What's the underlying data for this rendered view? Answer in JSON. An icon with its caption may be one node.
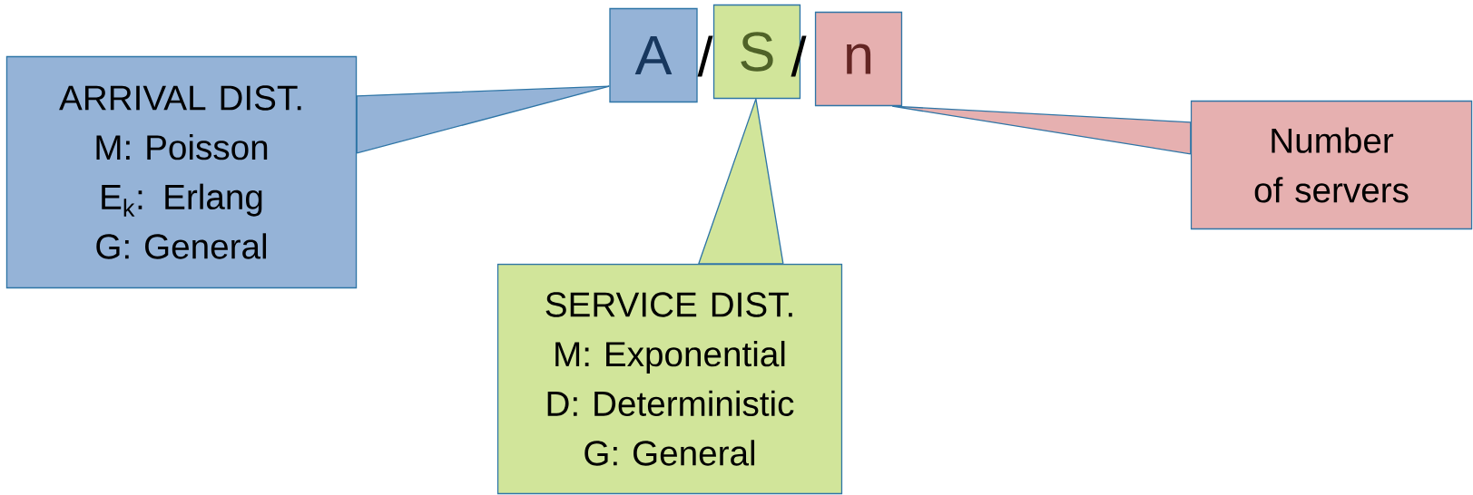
{
  "diagram": {
    "nodes": [
      {
        "text": [
          "A"
        ]
      },
      {
        "text": [
          "S"
        ]
      },
      {
        "text": [
          "n"
        ]
      },
      {
        "text": [
          "ARRIVAL DIST.",
          "M: Poisson",
          "E$_{k}$: Erlang",
          "G: General"
        ]
      },
      {
        "text": [
          "SERVICE DIST.",
          "M: Exponential",
          "D: Deterministic",
          "G: General"
        ]
      },
      {
        "text": [
          "Number of servers"
        ]
      }
    ],
    "edges": [
      {
        "from": 3,
        "to": 0,
        "arrow": "none"
      },
      {
        "from": 4,
        "to": 1,
        "arrow": "none"
      },
      {
        "from": 5,
        "to": 2,
        "arrow": "none"
      }
    ],
    "labels": [
      "/",
      "/"
    ]
  }
}
